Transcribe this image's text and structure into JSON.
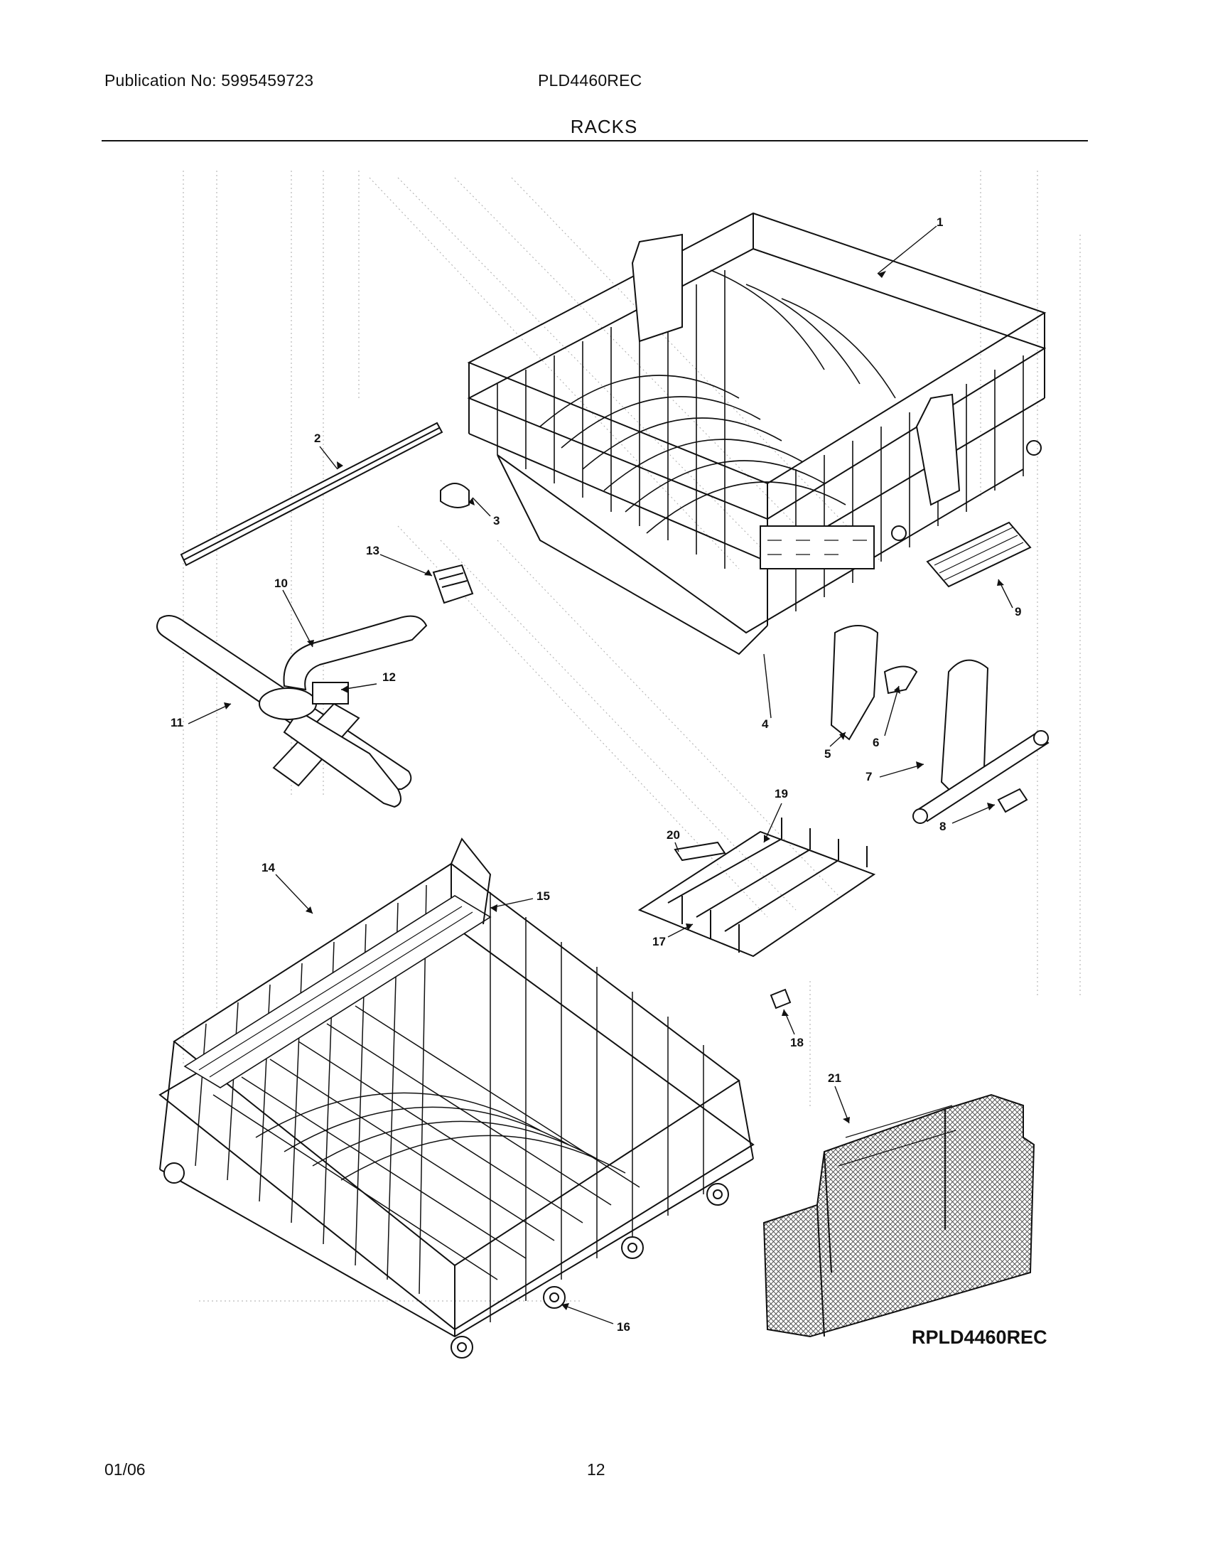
{
  "header": {
    "publication": "Publication No: 5995459723",
    "model": "PLD4460REC"
  },
  "section_title": "RACKS",
  "diagram": {
    "drawing_code": "RPLD4460REC",
    "callouts": {
      "c1": "1",
      "c2": "2",
      "c3": "3",
      "c4": "4",
      "c5": "5",
      "c6": "6",
      "c7": "7",
      "c8": "8",
      "c9": "9",
      "c10": "10",
      "c11": "11",
      "c12": "12",
      "c13": "13",
      "c14": "14",
      "c15": "15",
      "c16": "16",
      "c17": "17",
      "c18": "18",
      "c19": "19",
      "c20": "20",
      "c21": "21"
    }
  },
  "footer": {
    "date": "01/06",
    "page": "12"
  }
}
